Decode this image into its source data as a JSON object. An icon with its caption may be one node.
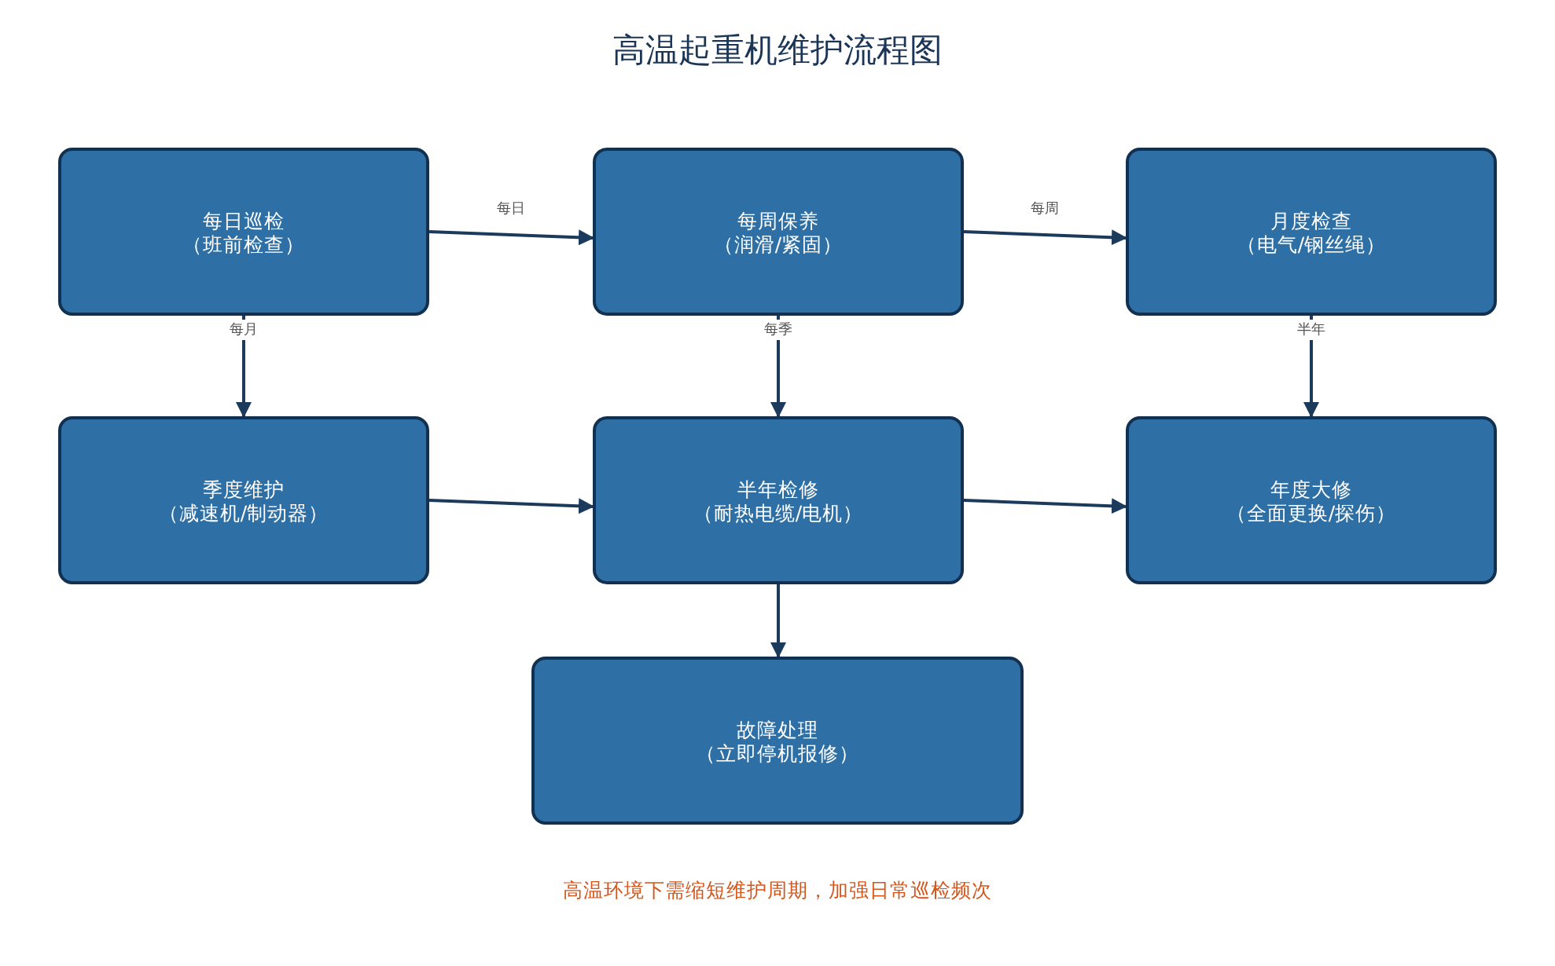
{
  "diagram": {
    "title": "高温起重机维护流程图",
    "nodes": [
      {
        "text": [
          "每日巡检",
          "（班前检查）"
        ]
      },
      {
        "text": [
          "每周保养",
          "（润滑/紧固）"
        ]
      },
      {
        "text": [
          "月度检查",
          "（电气/钢丝绳）"
        ]
      },
      {
        "text": [
          "季度维护",
          "（减速机/制动器）"
        ]
      },
      {
        "text": [
          "半年检修",
          "（耐热电缆/电机）"
        ]
      },
      {
        "text": [
          "年度大修",
          "（全面更换/探伤）"
        ]
      },
      {
        "text": [
          "故障处理",
          "（立即停机报修）"
        ]
      }
    ],
    "edges": [
      {
        "from": 0,
        "to": 1,
        "arrow": "to",
        "label": "每日"
      },
      {
        "from": 1,
        "to": 2,
        "arrow": "to",
        "label": "每周"
      },
      {
        "from": 0,
        "to": 3,
        "arrow": "to",
        "label": "每月"
      },
      {
        "from": 1,
        "to": 4,
        "arrow": "to",
        "label": "每季"
      },
      {
        "from": 2,
        "to": 5,
        "arrow": "to",
        "label": "半年"
      },
      {
        "from": 3,
        "to": 4,
        "arrow": "to"
      },
      {
        "from": 4,
        "to": 5,
        "arrow": "to"
      },
      {
        "from": 4,
        "to": 6,
        "arrow": "to"
      }
    ],
    "caption": "高温环境下需缩短维护周期，加强日常巡检频次"
  }
}
